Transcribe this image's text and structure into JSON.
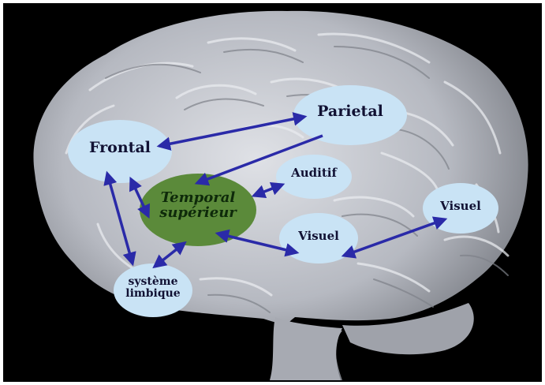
{
  "regions": {
    "frontal": "Frontal",
    "parietal": "Parietal",
    "auditif": "Auditif",
    "temporal_line1": "Temporal",
    "temporal_line2": "supérieur",
    "visuel_middle": "Visuel",
    "visuel_right": "Visuel",
    "limbique_line1": "système",
    "limbique_line2": "limbique"
  },
  "colors": {
    "background": "#000000",
    "brain": "#b9bcc4",
    "bubble": "#c9e3f5",
    "temporal_bubble": "#5b8a3a",
    "arrow": "#2a2aa8",
    "label_text": "#111133"
  },
  "connections": [
    [
      "frontal",
      "parietal"
    ],
    [
      "parietal",
      "temporal"
    ],
    [
      "frontal",
      "temporal"
    ],
    [
      "frontal",
      "limbique"
    ],
    [
      "temporal",
      "limbique"
    ],
    [
      "temporal",
      "auditif"
    ],
    [
      "temporal",
      "visuel_middle"
    ],
    [
      "visuel_middle",
      "visuel_right"
    ]
  ]
}
